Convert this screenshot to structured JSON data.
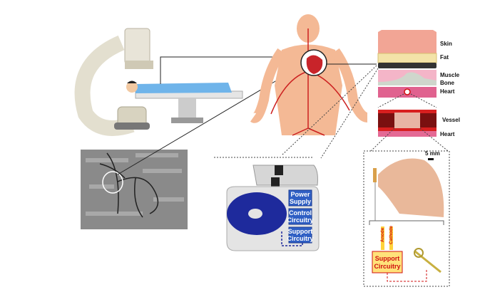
{
  "tissue_labels": {
    "skin": "Skin",
    "fat": "Fat",
    "muscle": "Muscle",
    "bone": "Bone",
    "heart_top": "Heart",
    "vessel": "Vessel",
    "heart_bottom": "Heart"
  },
  "scale_bar": "5 mm",
  "transmitter_blocks": {
    "power_1": "Power",
    "power_2": "Supply",
    "control_1": "Control",
    "control_2": "Circuitry",
    "support_1": "Support",
    "support_2": "Circuitry"
  },
  "implant": {
    "anode": "Anode",
    "cathode": "Cathode",
    "support_1": "Support",
    "support_2": "Circuitry"
  },
  "colors": {
    "block_blue": "#2f5fc4",
    "coil_blue": "#1e2a9c",
    "implant_box": "#ffe27a",
    "implant_text": "#d01010"
  }
}
